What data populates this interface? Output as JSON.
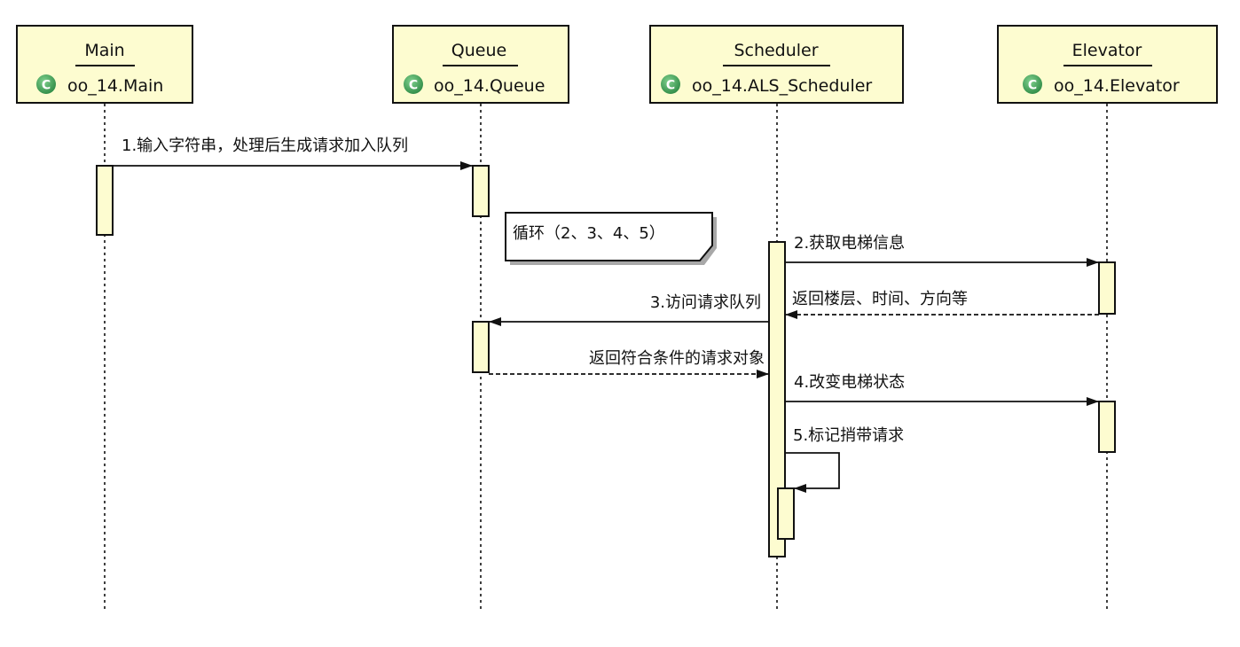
{
  "colors": {
    "box_fill": "#fdfcd0",
    "stroke": "#111111",
    "class_icon": "#3c9a52",
    "note_fill": "#ffffff",
    "shadow": "#999999"
  },
  "participants": [
    {
      "id": "main",
      "role": "Main",
      "class_name": "oo_14.Main",
      "icon": "class-c-icon",
      "icon_letter": "C"
    },
    {
      "id": "queue",
      "role": "Queue",
      "class_name": "oo_14.Queue",
      "icon": "class-c-icon",
      "icon_letter": "C"
    },
    {
      "id": "scheduler",
      "role": "Scheduler",
      "class_name": "oo_14.ALS_Scheduler",
      "icon": "class-c-icon",
      "icon_letter": "C"
    },
    {
      "id": "elevator",
      "role": "Elevator",
      "class_name": "oo_14.Elevator",
      "icon": "class-c-icon",
      "icon_letter": "C"
    }
  ],
  "note": {
    "text": "循环（2、3、4、5）"
  },
  "messages": [
    {
      "from": "main",
      "to": "queue",
      "kind": "sync",
      "label": "1.输入字符串，处理后生成请求加入队列"
    },
    {
      "from": "scheduler",
      "to": "elevator",
      "kind": "sync",
      "label": "2.获取电梯信息"
    },
    {
      "from": "elevator",
      "to": "scheduler",
      "kind": "return",
      "label": "返回楼层、时间、方向等"
    },
    {
      "from": "scheduler",
      "to": "queue",
      "kind": "sync",
      "label": "3.访问请求队列"
    },
    {
      "from": "queue",
      "to": "scheduler",
      "kind": "return",
      "label": "返回符合条件的请求对象"
    },
    {
      "from": "scheduler",
      "to": "elevator",
      "kind": "sync",
      "label": "4.改变电梯状态"
    },
    {
      "from": "scheduler",
      "to": "scheduler",
      "kind": "self",
      "label": "5.标记捎带请求"
    }
  ]
}
